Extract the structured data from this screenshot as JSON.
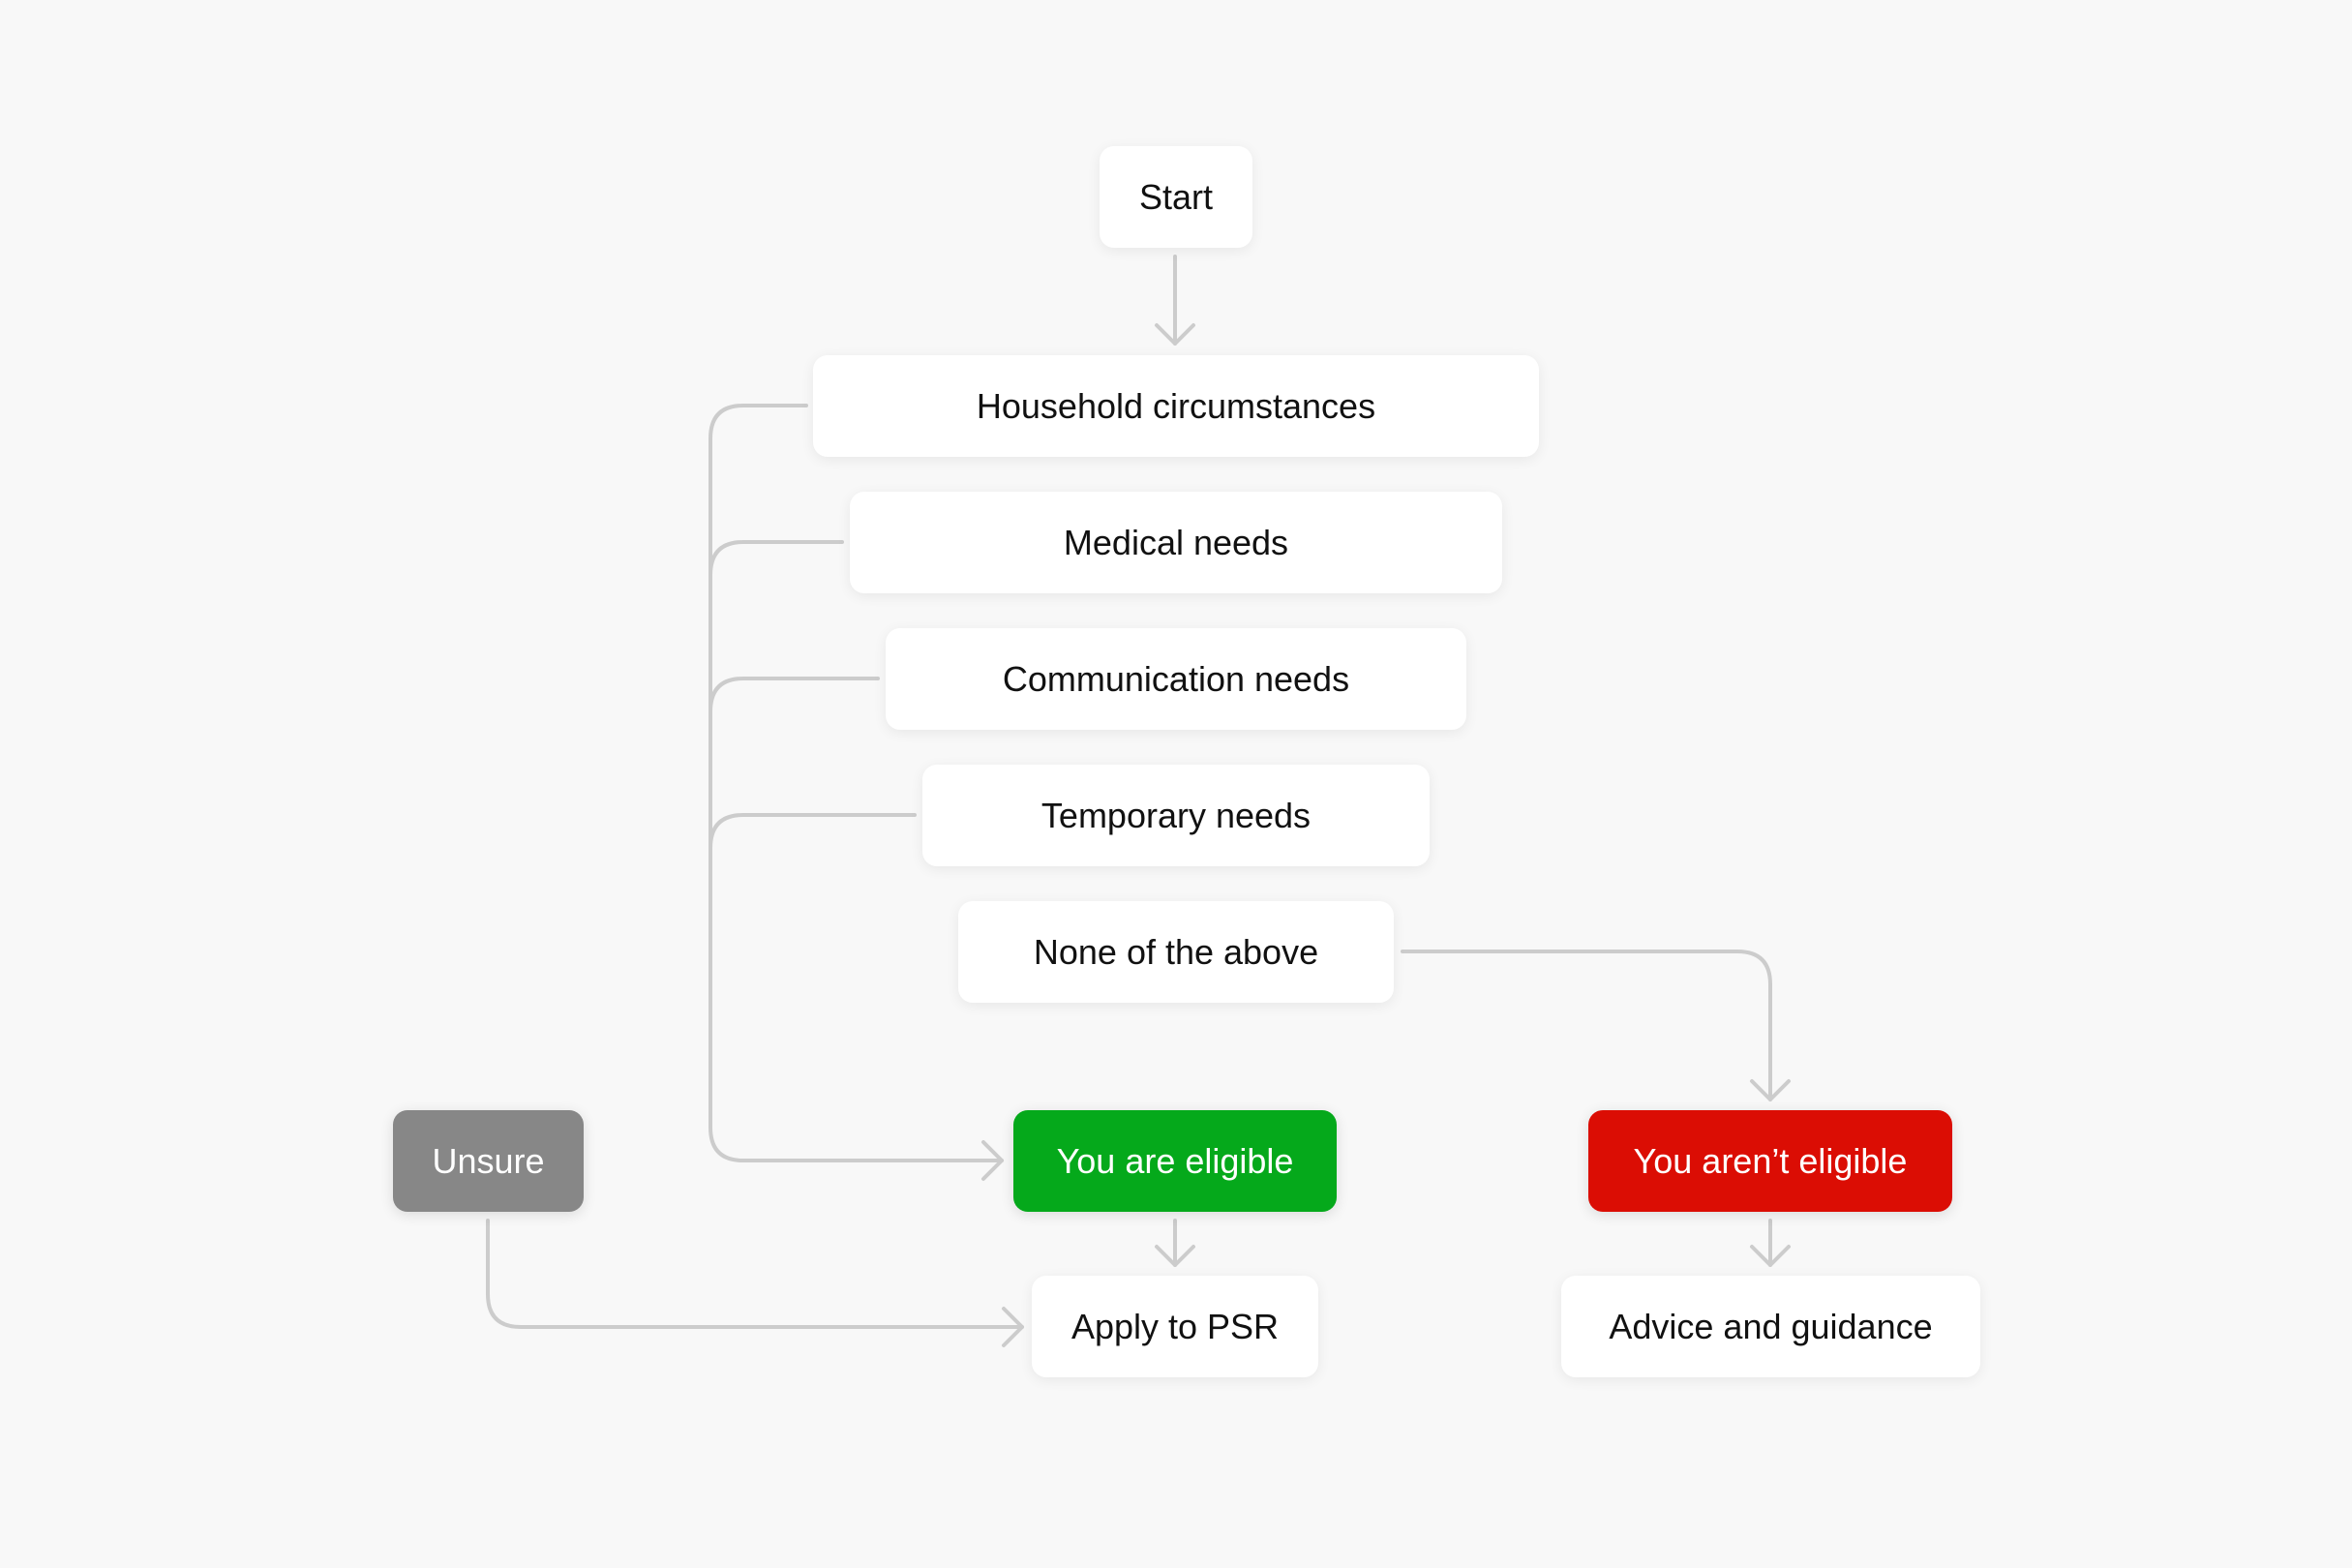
{
  "flowchart": {
    "colors": {
      "background": "#f8f8f8",
      "node_fill": "#ffffff",
      "node_text": "#111111",
      "connector": "#cccccc",
      "unsure": "#878787",
      "eligible": "#05a91b",
      "not_eligible": "#db0d04"
    },
    "nodes": {
      "start": "Start",
      "household": "Household circumstances",
      "medical": "Medical needs",
      "communication": "Communication needs",
      "temporary": "Temporary needs",
      "none": "None of the above",
      "unsure": "Unsure",
      "eligible": "You are eligible",
      "not_eligible": "You aren’t eligible",
      "apply": "Apply to PSR",
      "advice": "Advice and guidance"
    },
    "edges": [
      {
        "from": "start",
        "to": "household"
      },
      {
        "from": "household",
        "to": "eligible"
      },
      {
        "from": "medical",
        "to": "eligible"
      },
      {
        "from": "communication",
        "to": "eligible"
      },
      {
        "from": "temporary",
        "to": "eligible"
      },
      {
        "from": "none",
        "to": "not_eligible"
      },
      {
        "from": "eligible",
        "to": "apply"
      },
      {
        "from": "unsure",
        "to": "apply"
      },
      {
        "from": "not_eligible",
        "to": "advice"
      }
    ]
  }
}
